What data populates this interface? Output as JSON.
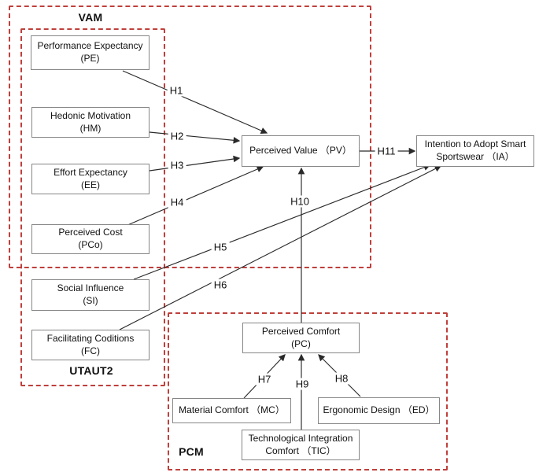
{
  "groups": {
    "vam": {
      "label": "VAM"
    },
    "utaut2": {
      "label": "UTAUT2"
    },
    "pcm": {
      "label": "PCM"
    }
  },
  "nodes": {
    "pe": {
      "line1": "Performance Expectancy",
      "line2": "(PE)"
    },
    "hm": {
      "line1": "Hedonic Motivation",
      "line2": "(HM)"
    },
    "ee": {
      "line1": "Effort Expectancy",
      "line2": "(EE)"
    },
    "pco": {
      "line1": "Perceived Cost",
      "line2": "(PCo)"
    },
    "si": {
      "line1": "Social Influence",
      "line2": "(SI)"
    },
    "fc": {
      "line1": "Facilitating Coditions",
      "line2": "(FC)"
    },
    "pv": {
      "line1": "Perceived Value （PV）"
    },
    "ia": {
      "line1": "Intention to Adopt Smart",
      "line2": "Sportswear （IA）"
    },
    "pc": {
      "line1": "Perceived Comfort",
      "line2": "(PC)"
    },
    "mc": {
      "line1": "Material Comfort （MC）"
    },
    "ed": {
      "line1": "Ergonomic Design （ED）"
    },
    "tic": {
      "line1": "Technological Integration",
      "line2": "Comfort （TIC）"
    }
  },
  "hypotheses": {
    "h1": "H1",
    "h2": "H2",
    "h3": "H3",
    "h4": "H4",
    "h5": "H5",
    "h6": "H6",
    "h7": "H7",
    "h8": "H8",
    "h9": "H9",
    "h10": "H10",
    "h11": "H11"
  },
  "colors": {
    "frame_red": "#bf403c",
    "box_border": "#868686",
    "arrow": "#2a2a2a",
    "text": "#111111"
  }
}
